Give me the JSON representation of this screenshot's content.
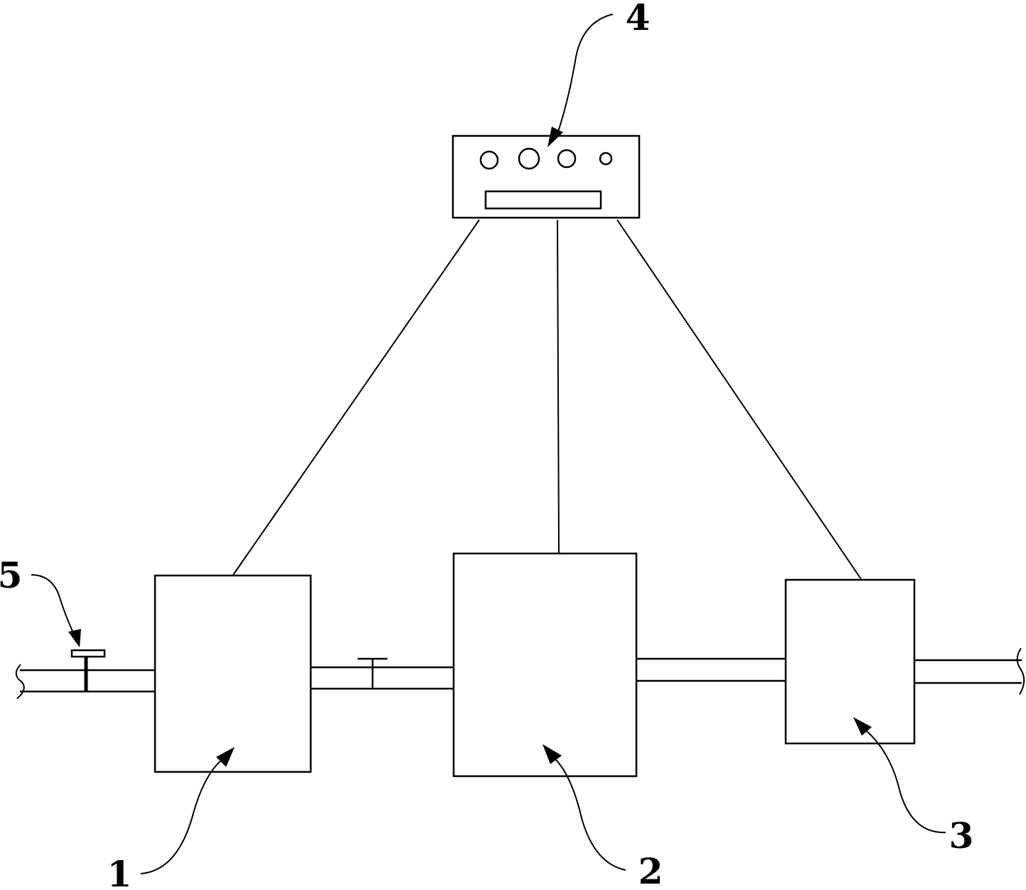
{
  "labels": {
    "unit_1": "1",
    "unit_2": "2",
    "unit_3": "3",
    "controller": "4",
    "valve": "5"
  },
  "colors": {
    "line": "#000000",
    "background": "#ffffff"
  }
}
